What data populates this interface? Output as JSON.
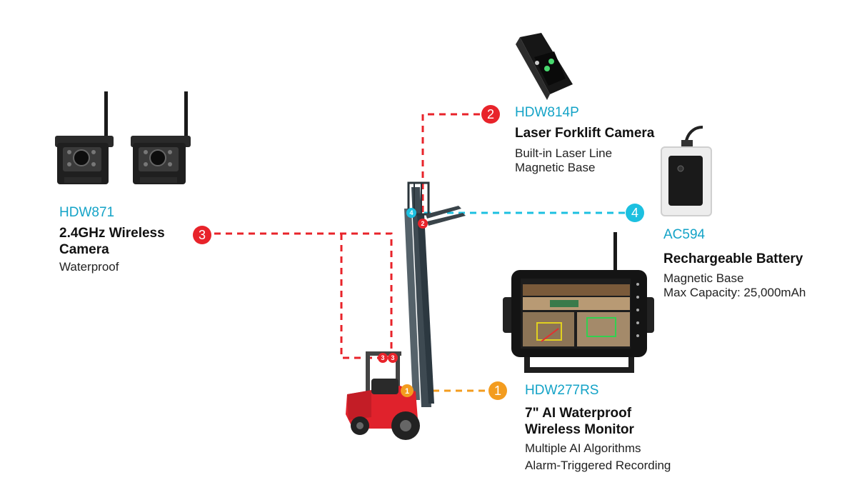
{
  "colors": {
    "red": "#e8232a",
    "orange": "#f39c1f",
    "cyan": "#1cc0e0",
    "model": "#14a3c7"
  },
  "products": {
    "hdw871": {
      "model": "HDW871",
      "title_line1": "2.4GHz Wireless",
      "title_line2": "Camera",
      "features": [
        "Waterproof"
      ],
      "badge": "3"
    },
    "hdw814p": {
      "model": "HDW814P",
      "title": "Laser Forklift Camera",
      "features": [
        "Built-in Laser Line",
        "Magnetic Base"
      ],
      "badge": "2"
    },
    "ac594": {
      "model": "AC594",
      "title": "Rechargeable Battery",
      "features": [
        "Magnetic Base",
        "Max Capacity: 25,000mAh"
      ],
      "badge": "4"
    },
    "hdw277rs": {
      "model": "HDW277RS",
      "title_line1": "7\" AI Waterproof",
      "title_line2": "Wireless Monitor",
      "features": [
        "Multiple AI Algorithms",
        "Alarm-Triggered Recording"
      ],
      "badge": "1"
    }
  },
  "forklift_markers": [
    "4",
    "2",
    "3",
    "3",
    "1"
  ],
  "icons": [
    "wireless-camera-icon",
    "laser-camera-icon",
    "battery-box-icon",
    "monitor-icon",
    "forklift-icon"
  ]
}
